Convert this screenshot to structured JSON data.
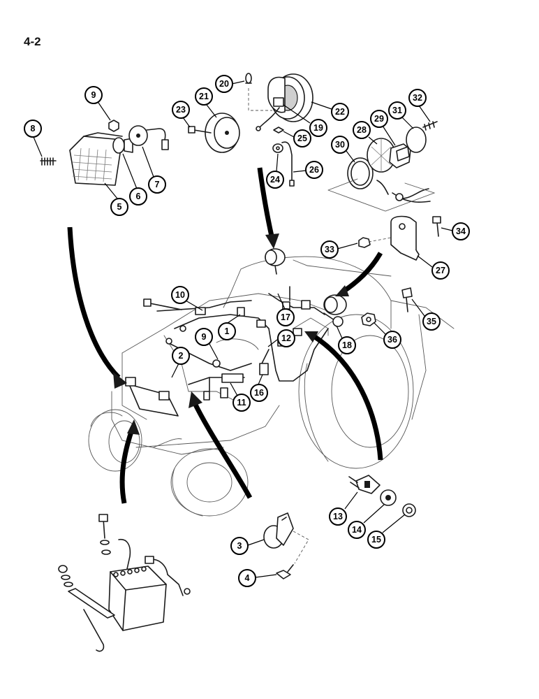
{
  "page": {
    "page_number": "4-2"
  },
  "callouts": [
    {
      "num": "1"
    },
    {
      "num": "2"
    },
    {
      "num": "3"
    },
    {
      "num": "4"
    },
    {
      "num": "5"
    },
    {
      "num": "6"
    },
    {
      "num": "7"
    },
    {
      "num": "8"
    },
    {
      "num": "9"
    },
    {
      "num": "10"
    },
    {
      "num": "11"
    },
    {
      "num": "12"
    },
    {
      "num": "13"
    },
    {
      "num": "14"
    },
    {
      "num": "15"
    },
    {
      "num": "16"
    },
    {
      "num": "17"
    },
    {
      "num": "18"
    },
    {
      "num": "19"
    },
    {
      "num": "20"
    },
    {
      "num": "21"
    },
    {
      "num": "22"
    },
    {
      "num": "23"
    },
    {
      "num": "24"
    },
    {
      "num": "25"
    },
    {
      "num": "26"
    },
    {
      "num": "27"
    },
    {
      "num": "28"
    },
    {
      "num": "29"
    },
    {
      "num": "30"
    },
    {
      "num": "31"
    },
    {
      "num": "32"
    },
    {
      "num": "33"
    },
    {
      "num": "34"
    },
    {
      "num": "35"
    },
    {
      "num": "36"
    },
    {
      "num": "9"
    }
  ]
}
